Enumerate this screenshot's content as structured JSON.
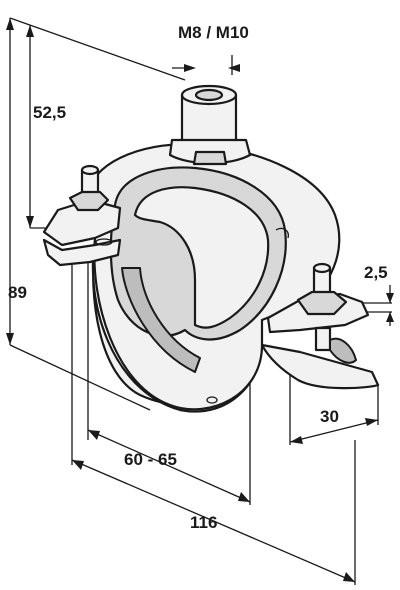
{
  "drawing": {
    "labels": {
      "thread": "M8 / M10",
      "height_top": "52,5",
      "height_total": "89",
      "band_thickness": "2,5",
      "band_width": "30",
      "diameter_range": "60 - 65",
      "total_width": "116"
    }
  }
}
